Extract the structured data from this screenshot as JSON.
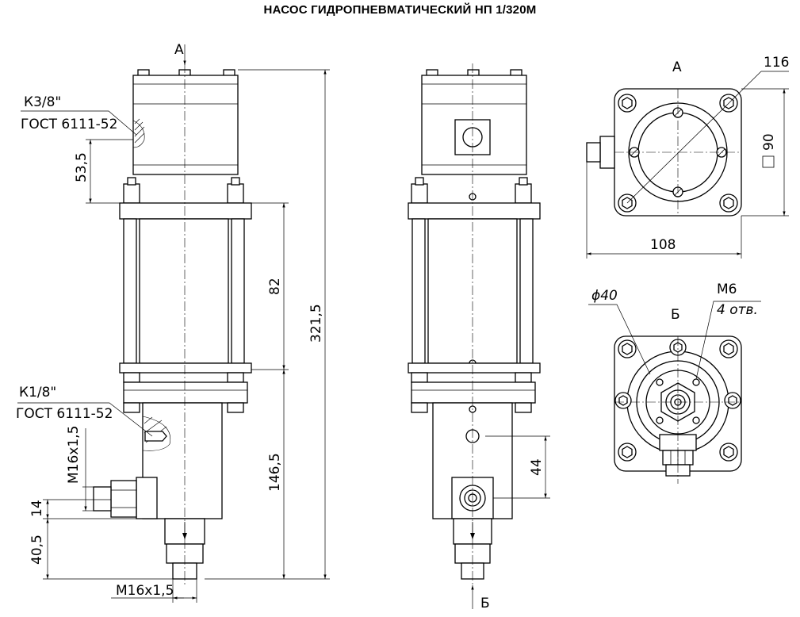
{
  "title": "НАСОС ГИДРОПНЕВМАТИЧЕСКИЙ НП 1/320М",
  "front_view": {
    "view_arrow_label": "А",
    "thread_top_line1": "К3/8\"",
    "thread_top_line2": "ГОСТ 6111-52",
    "thread_bottom_line1": "К1/8\"",
    "thread_bottom_line2": "ГОСТ 6111-52",
    "dim_53_5": "53,5",
    "dim_82": "82",
    "dim_321_5": "321,5",
    "dim_146_5": "146,5",
    "dim_m16_side": "М16х1,5",
    "dim_14": "14",
    "dim_40_5": "40,5",
    "dim_m16_bottom": "М16х1,5"
  },
  "side_view": {
    "dim_44": "44",
    "view_arrow_label": "Б"
  },
  "view_a": {
    "label": "А",
    "dim_116": "116",
    "dim_90": "90",
    "dim_108": "108"
  },
  "view_b": {
    "label": "Б",
    "dim_phi40": "ϕ40",
    "hole_thread": "М6",
    "hole_count": "4 отв."
  }
}
